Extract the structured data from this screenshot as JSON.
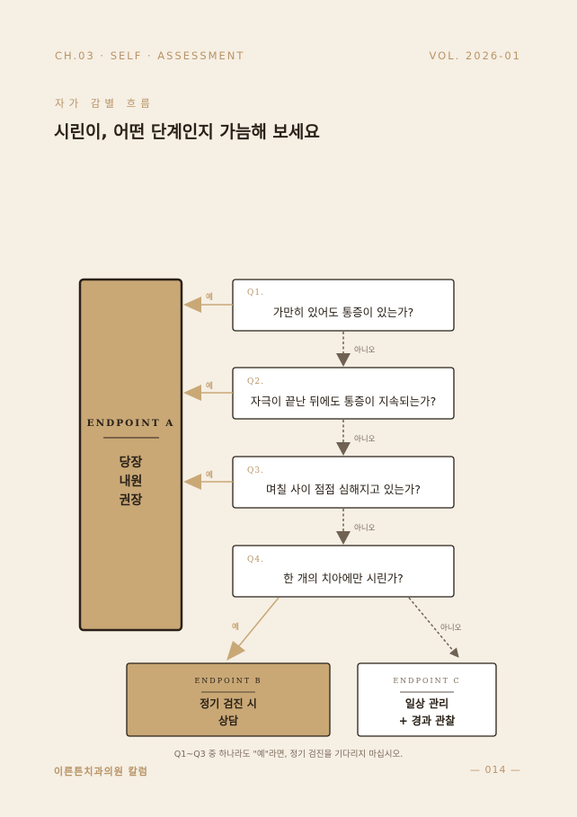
{
  "header": {
    "left": "CH.03 · SELF · ASSESSMENT",
    "right": "VOL. 2026-01"
  },
  "kicker": "자가 감별 흐름",
  "title": "시린이, 어떤 단계인지 가늠해 보세요",
  "questions": [
    {
      "tag": "Q1.",
      "text": "가만히 있어도 통증이 있는가?"
    },
    {
      "tag": "Q2.",
      "text": "자극이 끝난 뒤에도 통증이 지속되는가?"
    },
    {
      "tag": "Q3.",
      "text": "며칠 사이 점점 심해지고 있는가?"
    },
    {
      "tag": "Q4.",
      "text": "한 개의 치아에만 시린가?"
    }
  ],
  "labels": {
    "yes": "예",
    "no": "아니오"
  },
  "endpoints": {
    "a": {
      "label": "ENDPOINT A",
      "line1": "당장",
      "line2": "내원",
      "line3": "권장"
    },
    "b": {
      "label": "ENDPOINT B",
      "line1": "정기 검진 시",
      "line2": "상담"
    },
    "c": {
      "label": "ENDPOINT C",
      "line1": "일상 관리",
      "line2": "+ 경과 관찰"
    }
  },
  "footnote": "Q1~Q3 중 하나라도 \"예\"라면, 정기 검진을 기다리지 마십시오.",
  "footer": {
    "left": "이른튼치과의원 칼럼",
    "right": "— 014 —"
  },
  "colors": {
    "accent": "#c9a876",
    "background": "#f6efe4",
    "ink": "#2a2118"
  }
}
